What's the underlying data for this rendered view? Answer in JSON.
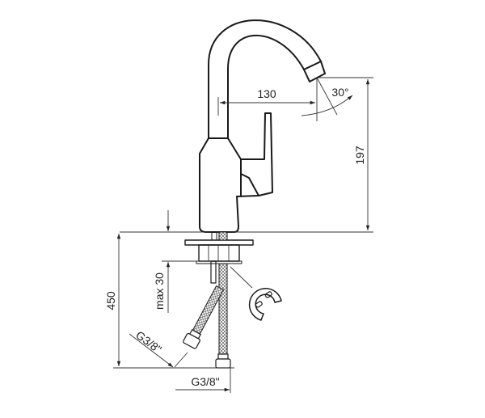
{
  "title": "Basin mixer technical drawing",
  "colors": {
    "line": "#1a1a1a",
    "background": "#ffffff"
  },
  "dimensions": {
    "spout_reach": "130",
    "swivel_angle": "30°",
    "spout_height": "197",
    "total_height_below": "450",
    "max_deck_thickness": "max 30",
    "hose_connection_angled": "G3/8\"",
    "hose_connection_straight": "G3/8\""
  }
}
